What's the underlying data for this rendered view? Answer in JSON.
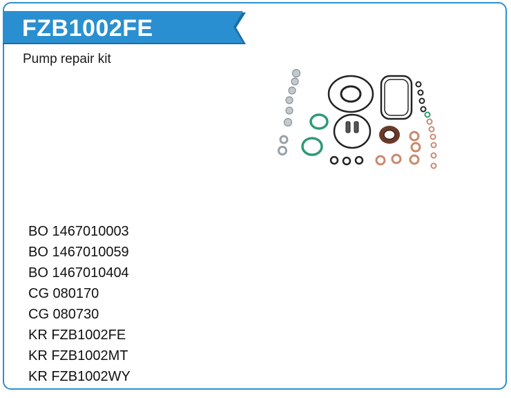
{
  "product": {
    "code": "FZB1002FE",
    "description": "Pump repair kit"
  },
  "cross_references": [
    "BO 1467010003",
    "BO 1467010059",
    "BO 1467010404",
    "CG 080170",
    "CG 080730",
    "KR FZB1002FE",
    "KR FZB1002MT",
    "KR FZB1002WY"
  ],
  "colors": {
    "border": "#2a8fd0",
    "banner": "#2a8fd0",
    "banner_shadow": "#1b6ea6",
    "title_text": "#ffffff",
    "seal_green": "#2e9a72",
    "seal_black": "#222222",
    "seal_copper": "#c98a6e",
    "seal_metal": "#b9bfc6"
  }
}
